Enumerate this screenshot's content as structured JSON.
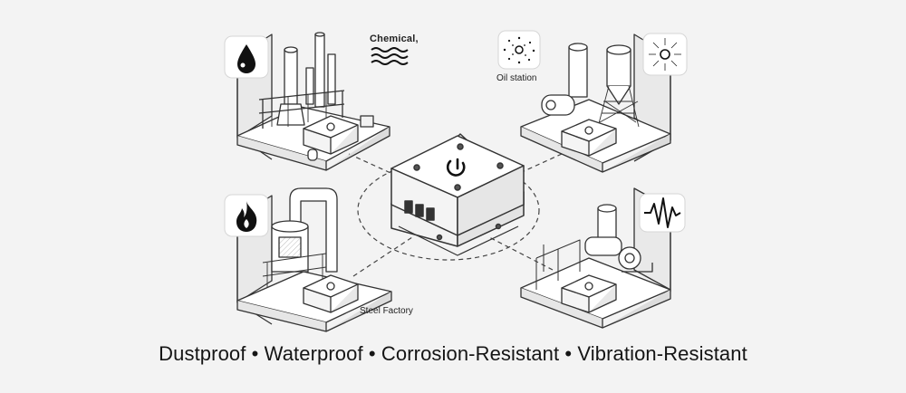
{
  "labels": {
    "chemical": "Chemical,",
    "oil_station": "Oil station",
    "steel_factory": "Steel Factory"
  },
  "caption": "Dustproof • Waterproof • Corrosion-Resistant • Vibration-Resistant",
  "icons": {
    "chemical": "water-drop-icon",
    "chemical_waves": "waves-icon",
    "oil_dust": "dust-particles-icon",
    "oil_dust_2": "dust-burst-icon",
    "steel": "flame-icon",
    "vibration": "vibration-wave-icon",
    "device": "power-logo-icon"
  },
  "colors": {
    "background": "#f3f3f3",
    "line": "#333333",
    "fill": "#ffffff"
  }
}
